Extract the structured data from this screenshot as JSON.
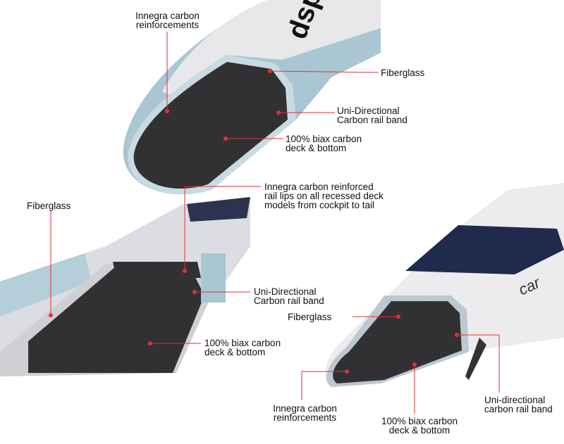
{
  "colors": {
    "leader": "#e0303a",
    "carbon": "#2a2a2c",
    "fiberglass": "#b9cfd8",
    "board": "#e9e9ec"
  },
  "board_logo": "dsp",
  "board_side_text": "car",
  "top_board": {
    "innegra": "Innegra carbon\nreinforcements",
    "fiberglass": "Fiberglass",
    "uni": "Uni-Directional\nCarbon rail band",
    "biax": "100% biax carbon\ndeck & bottom"
  },
  "left_board": {
    "fiberglass": "Fiberglass",
    "innegra": "Innegra carbon reinforced\nrail lips on all recessed deck\nmodels from cockpit to tail",
    "uni": "Uni-Directional\nCarbon rail band",
    "biax": "100% biax carbon\ndeck & bottom"
  },
  "right_board": {
    "fiberglass": "Fiberglass",
    "innegra": "Innegra carbon\nreinforcements",
    "biax": "100% biax carbon\ndeck & bottom",
    "uni": "Uni-directional\ncarbon rail band"
  }
}
